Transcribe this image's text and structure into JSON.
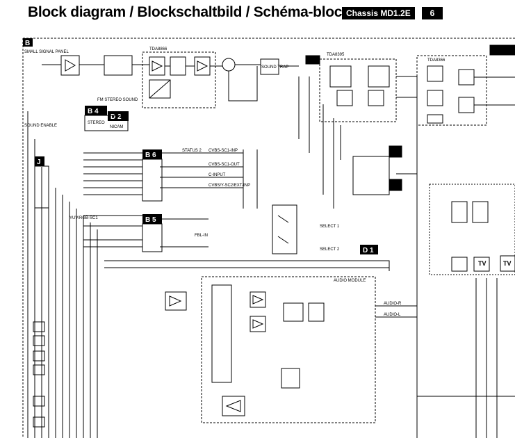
{
  "header": {
    "title": "Block diagram / Blockschaltbild / Schéma-bloc",
    "chassis": "Chassis MD1.2E",
    "page": "6"
  },
  "blocks": {
    "b": "B",
    "b4": "B 4",
    "d2": "D 2",
    "b6": "B 6",
    "b5": "B 5",
    "d1": "D 1",
    "j": "J"
  },
  "labels": {
    "small_signal_panel": "SMALL SIGNAL PANEL",
    "sound_enable": "SOUND ENABLE",
    "fm_stereo_sound": "FM STEREO SOUND",
    "nicam": "NICAM",
    "stereo": "STEREO",
    "audio_module": "AUDIO MODULE",
    "sound_trap": "SOUND TRAP",
    "tv": "TV",
    "status": "STATUS 2",
    "cvbs_sc1": "CVBS-SC1-INP",
    "cvbs_sc1_out": "CVBS-SC1-OUT",
    "c_input": "C-INPUT",
    "cvbs_yx": "CVBS/Y-SC2/EXT-INP",
    "select1": "SELECT 1",
    "select2": "SELECT 2",
    "audio_r": "AUDIO-R",
    "audio_l": "AUDIO-L",
    "rgb_yuv": "YUV/RGB-SC1",
    "fbl_in": "FBL-IN",
    "ic_left": "TDA8866",
    "ic_mid": "TDA8395",
    "ic_right": "TDA8366"
  }
}
